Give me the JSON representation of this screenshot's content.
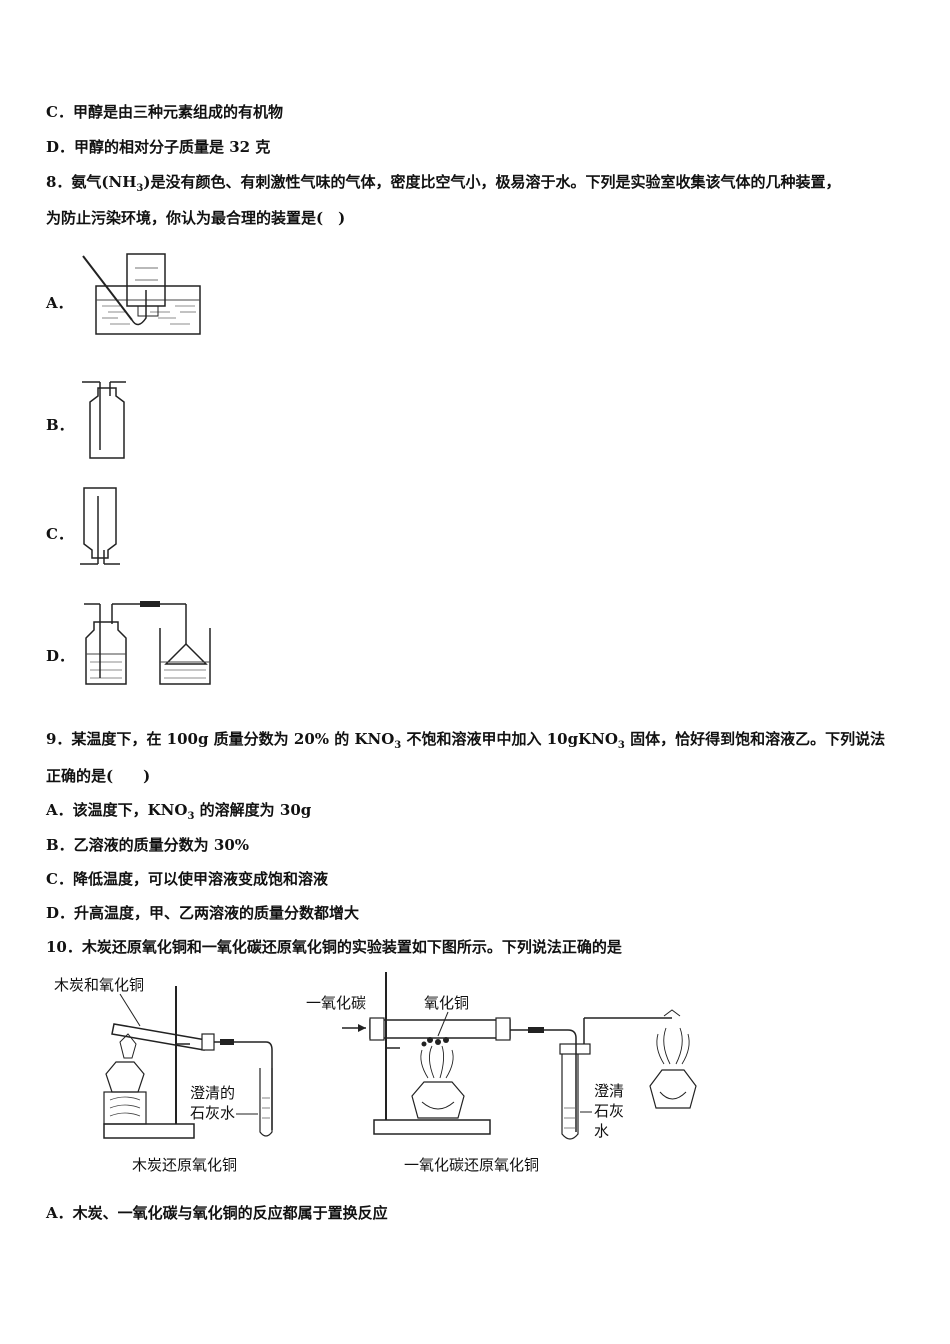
{
  "q7": {
    "option_c": "C．甲醇是由三种元素组成的有机物",
    "option_d": "D．甲醇的相对分子质量是 32 克"
  },
  "q8": {
    "stem_1a": "8．氨气(NH",
    "stem_1sub": "3",
    "stem_1b": ")是没有颜色、有刺激性气味的气体，密度比空气小，极易溶于水。下列是实验室收集该气体的几种装置，",
    "stem_2": "为防止污染环境，你认为最合理的装置是(　)",
    "labels": [
      "A．",
      "B．",
      "C．",
      "D．"
    ]
  },
  "q9": {
    "stem_1a": "9．某温度下，在 100g 质量分数为 20% 的 KNO",
    "stem_1sub": "3",
    "stem_1b": " 不饱和溶液甲中加入 10gKNO",
    "stem_1sub2": "3",
    "stem_1c": " 固体，恰好得到饱和溶液乙。下列说法",
    "stem_2": "正确的是(　　)",
    "option_a_1": "A．该温度下，KNO",
    "option_a_sub": "3",
    "option_a_2": " 的溶解度为 30g",
    "option_b": "B．乙溶液的质量分数为 30%",
    "option_c": "C．降低温度，可以使甲溶液变成饱和溶液",
    "option_d": "D．升高温度，甲、乙两溶液的质量分数都增大"
  },
  "q10": {
    "stem": "10．木炭还原氧化铜和一氧化碳还原氧化铜的实验装置如下图所示。下列说法正确的是",
    "fig1_top": "木炭和氧化铜",
    "fig1_lime_1": "澄清的",
    "fig1_lime_2": "石灰水",
    "fig1_caption": "木炭还原氧化铜",
    "fig2_co": "一氧化碳",
    "fig2_cuo": "氧化铜",
    "fig2_lime_1": "澄清",
    "fig2_lime_2": "石灰",
    "fig2_lime_3": "水",
    "fig2_caption": "一氧化碳还原氧化铜",
    "option_a": "A．木炭、一氧化碳与氧化铜的反应都属于置换反应"
  }
}
